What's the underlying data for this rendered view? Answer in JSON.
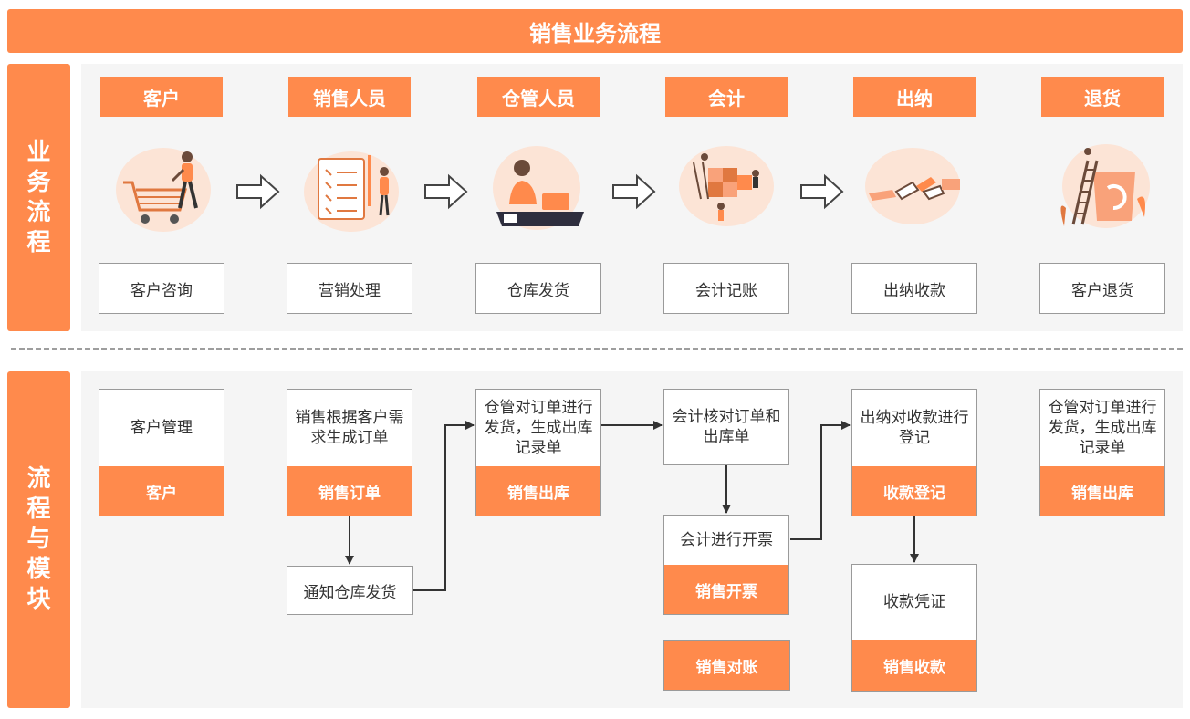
{
  "title": "销售业务流程",
  "section1": {
    "label_chars": [
      "业",
      "务",
      "流",
      "程"
    ],
    "columns": [
      {
        "role": "客户",
        "step": "客户咨询",
        "illustration": "shopping-cart-icon"
      },
      {
        "role": "销售人员",
        "step": "营销处理",
        "illustration": "checklist-icon"
      },
      {
        "role": "仓管人员",
        "step": "仓库发货",
        "illustration": "desk-worker-icon"
      },
      {
        "role": "会计",
        "step": "会计记账",
        "illustration": "puzzle-team-icon"
      },
      {
        "role": "出纳",
        "step": "出纳收款",
        "illustration": "handshake-icon"
      },
      {
        "role": "退货",
        "step": "客户退货",
        "illustration": "return-box-icon"
      }
    ]
  },
  "section2": {
    "label_chars": [
      "流",
      "程",
      "与",
      "模",
      "块"
    ],
    "cards": [
      {
        "top": "客户管理",
        "bottom": "客户"
      },
      {
        "top": "销售根据客户需求生成订单",
        "bottom": "销售订单"
      },
      {
        "top": "仓管对订单进行发货，生成出库记录单",
        "bottom": "销售出库"
      },
      {
        "top": "会计核对订单和出库单",
        "bottom": ""
      },
      {
        "top": "出纳对收款进行登记",
        "bottom": "收款登记"
      },
      {
        "top": "仓管对订单进行发货，生成出库记录单",
        "bottom": "销售出库"
      }
    ],
    "notify_box": "通知仓库发货",
    "invoice_card": {
      "top": "会计进行开票",
      "bottom": "销售开票"
    },
    "reconcile_box": "销售对账",
    "voucher_card": {
      "top": "收款凭证",
      "bottom": "销售收款"
    }
  },
  "colors": {
    "accent": "#FF8A4C",
    "panel": "#F5F5F5",
    "border": "#9a9a9a"
  }
}
